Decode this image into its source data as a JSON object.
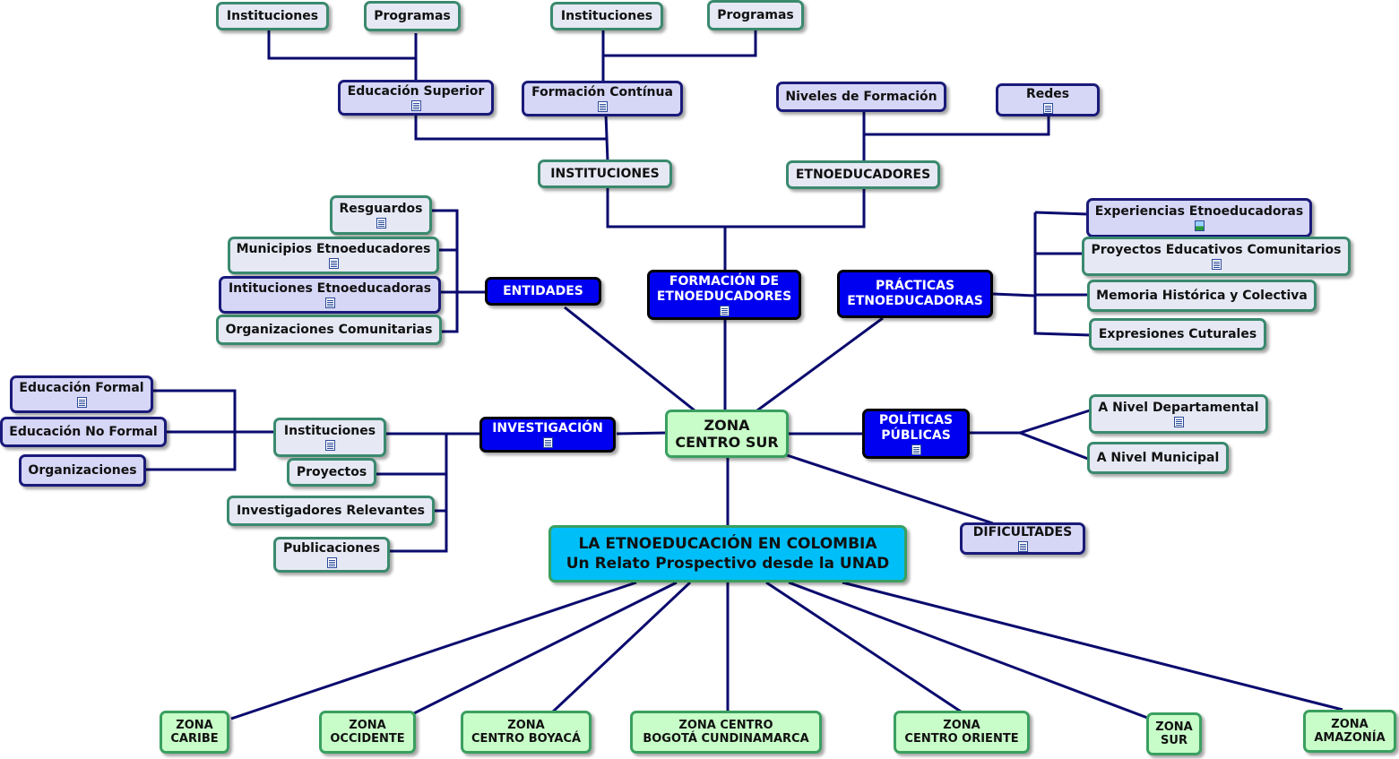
{
  "root": {
    "line1": "LA ETNOEDUCACIÓN EN COLOMBIA",
    "line2": "Un Relato Prospectivo desde la UNAD"
  },
  "center": {
    "line1": "ZONA",
    "line2": "CENTRO SUR"
  },
  "branches": {
    "formacion": {
      "line1": "FORMACIÓN DE",
      "line2": "ETNOEDUCADORES"
    },
    "practicas": {
      "line1": "PRÁCTICAS",
      "line2": "ETNOEDUCADORAS"
    },
    "politicas": {
      "line1": "POLÍTICAS",
      "line2": "PÚBLICAS"
    },
    "entidades": "ENTIDADES",
    "investigacion": "INVESTIGACIÓN",
    "dificultades": "DIFICULTADES"
  },
  "formacion_children": {
    "instituciones": "INSTITUCIONES",
    "etnoeducadores": "ETNOEDUCADORES",
    "educacion_superior": "Educación Superior",
    "formacion_continua": "Formación Contínua",
    "niveles_formacion": "Niveles de Formación",
    "redes": "Redes",
    "instituciones_1": "Instituciones",
    "programas_1": "Programas",
    "instituciones_2": "Instituciones",
    "programas_2": "Programas"
  },
  "entidades_children": [
    "Resguardos",
    "Municipios Etnoeducadores",
    "Intituciones Etnoeducadoras",
    "Organizaciones Comunitarias"
  ],
  "practicas_children": [
    "Experiencias Etnoeducadoras",
    "Proyectos Educativos Comunitarios",
    "Memoria Histórica y Colectiva",
    "Expresiones Cuturales"
  ],
  "politicas_children": [
    "A Nivel Departamental",
    "A Nivel Municipal"
  ],
  "investigacion_children": [
    "Instituciones",
    "Proyectos",
    "Investigadores Relevantes",
    "Publicaciones"
  ],
  "investigacion_instituciones_children": [
    "Educación Formal",
    "Educación No Formal",
    "Organizaciones"
  ],
  "zonas": [
    {
      "line1": "ZONA",
      "line2": "CARIBE"
    },
    {
      "line1": "ZONA",
      "line2": "OCCIDENTE"
    },
    {
      "line1": "ZONA",
      "line2": "CENTRO BOYACÁ"
    },
    {
      "line1": "ZONA CENTRO",
      "line2": "BOGOTÁ CUNDINAMARCA"
    },
    {
      "line1": "ZONA",
      "line2": "CENTRO ORIENTE"
    },
    {
      "line1": "ZONA",
      "line2": "SUR"
    },
    {
      "line1": "ZONA",
      "line2": "AMAZONÍA"
    }
  ],
  "colors": {
    "line": "#0a0a6e",
    "branch": "#0000f0",
    "root": "#00bff8",
    "zona": "#c8fcc8"
  },
  "icons": {
    "resource": "document-icon",
    "image": "image-icon"
  }
}
